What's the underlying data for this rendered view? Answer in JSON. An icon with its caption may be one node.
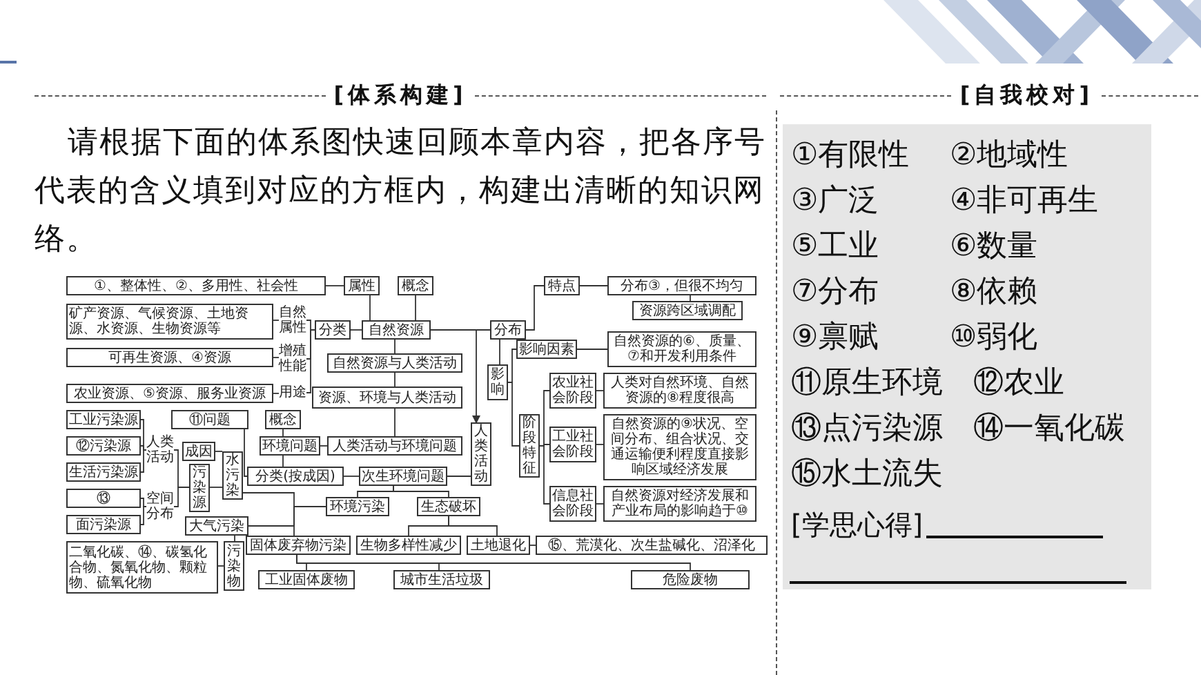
{
  "diagram": {
    "nodes": [
      {
        "text": [
          "①、整体性、②、多用性、社会性"
        ]
      },
      {
        "text": [
          "属性"
        ]
      },
      {
        "text": [
          "概念"
        ]
      },
      {
        "text": [
          "特点"
        ]
      },
      {
        "text": [
          "分布③，但很不均匀"
        ]
      },
      {
        "text": [
          "资源跨区域调配"
        ]
      },
      {
        "text": [
          "矿产资源、气候资源、土地资源、水资源、生物资源等"
        ]
      },
      {
        "text": [
          "自然属性"
        ]
      },
      {
        "text": [
          "分类"
        ]
      },
      {
        "text": [
          "自然资源"
        ]
      },
      {
        "text": [
          "分布"
        ]
      },
      {
        "text": [
          "自然资源的⑥、质量、⑦和开发利用条件"
        ]
      },
      {
        "text": [
          "影响因素"
        ]
      },
      {
        "text": [
          "可再生资源、④资源"
        ]
      },
      {
        "text": [
          "增殖性能"
        ]
      },
      {
        "text": [
          "自然资源与人类活动"
        ]
      },
      {
        "text": [
          "影响"
        ]
      },
      {
        "text": [
          "农业资源、⑤资源、服务业资源"
        ]
      },
      {
        "text": [
          "用途"
        ]
      },
      {
        "text": [
          "农业社会阶段"
        ]
      },
      {
        "text": [
          "人类对自然环境、自然资源的⑧程度很高"
        ]
      },
      {
        "text": [
          "资源、环境与人类活动"
        ]
      },
      {
        "text": [
          "工业污染源"
        ]
      },
      {
        "text": [
          "⑪问题"
        ]
      },
      {
        "text": [
          "概念"
        ]
      },
      {
        "text": [
          "阶段特征"
        ]
      },
      {
        "text": [
          "工业社会阶段"
        ]
      },
      {
        "text": [
          "自然资源的⑨状况、空间分布、组合状况、交通运输便利程度直接影响区域经济发展"
        ]
      },
      {
        "text": [
          "人类活动"
        ]
      },
      {
        "text": [
          "⑫污染源"
        ]
      },
      {
        "text": [
          "人类活动"
        ]
      },
      {
        "text": [
          "环境问题"
        ]
      },
      {
        "text": [
          "人类活动与环境问题"
        ]
      },
      {
        "text": [
          "成因"
        ]
      },
      {
        "text": [
          "水污染"
        ]
      },
      {
        "text": [
          "生活污染源"
        ]
      },
      {
        "text": [
          "污染源"
        ]
      },
      {
        "text": [
          "分类(按成因)"
        ]
      },
      {
        "text": [
          "次生环境问题"
        ]
      },
      {
        "text": [
          "信息社会阶段"
        ]
      },
      {
        "text": [
          "自然资源对经济发展和产业布局的影响趋于⑩"
        ]
      },
      {
        "text": [
          "⑬"
        ]
      },
      {
        "text": [
          "空间分布"
        ]
      },
      {
        "text": [
          "环境污染"
        ]
      },
      {
        "text": [
          "生态破坏"
        ]
      },
      {
        "text": [
          "大气污染"
        ]
      },
      {
        "text": [
          "面污染源"
        ]
      },
      {
        "text": [
          "固体废弃物污染"
        ]
      },
      {
        "text": [
          "生物多样性减少"
        ]
      },
      {
        "text": [
          "土地退化"
        ]
      },
      {
        "text": [
          "⑮、荒漠化、次生盐碱化、沼泽化"
        ]
      },
      {
        "text": [
          "二氧化碳、⑭、碳氢化合物、氮氧化物、颗粒物、硫氧化物"
        ]
      },
      {
        "text": [
          "污染物"
        ]
      },
      {
        "text": [
          "工业固体废物"
        ]
      },
      {
        "text": [
          "城市生活垃圾"
        ]
      },
      {
        "text": [
          "危险废物"
        ]
      }
    ],
    "edges": [
      {
        "from": 0,
        "to": 1,
        "arrow": "none"
      },
      {
        "from": 1,
        "to": 9,
        "arrow": "none"
      },
      {
        "from": 2,
        "to": 9,
        "arrow": "none"
      },
      {
        "from": 8,
        "to": 9,
        "arrow": "none"
      },
      {
        "from": 8,
        "to": 7,
        "arrow": "none"
      },
      {
        "from": 8,
        "to": 14,
        "arrow": "none"
      },
      {
        "from": 8,
        "to": 18,
        "arrow": "none"
      },
      {
        "from": 7,
        "to": 6,
        "arrow": "none"
      },
      {
        "from": 14,
        "to": 13,
        "arrow": "none"
      },
      {
        "from": 18,
        "to": 17,
        "arrow": "none"
      },
      {
        "from": 9,
        "to": 10,
        "arrow": "none"
      },
      {
        "from": 9,
        "to": 28,
        "arrow": "to"
      },
      {
        "from": 10,
        "to": 3,
        "arrow": "none"
      },
      {
        "from": 3,
        "to": 4,
        "arrow": "none"
      },
      {
        "from": 4,
        "to": 5,
        "arrow": "none"
      },
      {
        "from": 10,
        "to": 16,
        "arrow": "none"
      },
      {
        "from": 16,
        "to": 12,
        "arrow": "none"
      },
      {
        "from": 16,
        "to": 25,
        "arrow": "none"
      },
      {
        "from": 12,
        "to": 11,
        "arrow": "none"
      },
      {
        "from": 25,
        "to": 19,
        "arrow": "none"
      },
      {
        "from": 25,
        "to": 26,
        "arrow": "none"
      },
      {
        "from": 25,
        "to": 39,
        "arrow": "none"
      },
      {
        "from": 19,
        "to": 20,
        "arrow": "none"
      },
      {
        "from": 26,
        "to": 27,
        "arrow": "none"
      },
      {
        "from": 39,
        "to": 40,
        "arrow": "none"
      },
      {
        "from": 9,
        "to": 15,
        "arrow": "none"
      },
      {
        "from": 15,
        "to": 21,
        "arrow": "none"
      },
      {
        "from": 21,
        "to": 32,
        "arrow": "none"
      },
      {
        "from": 38,
        "to": 28,
        "arrow": "none"
      },
      {
        "from": 24,
        "to": 31,
        "arrow": "none"
      },
      {
        "from": 31,
        "to": 32,
        "arrow": "none"
      },
      {
        "from": 31,
        "to": 37,
        "arrow": "none"
      },
      {
        "from": 23,
        "to": 37,
        "arrow": "none"
      },
      {
        "from": 37,
        "to": 38,
        "arrow": "none"
      },
      {
        "from": 38,
        "to": 43,
        "arrow": "none"
      },
      {
        "from": 38,
        "to": 44,
        "arrow": "none"
      },
      {
        "from": 43,
        "to": 34,
        "arrow": "none"
      },
      {
        "from": 43,
        "to": 45,
        "arrow": "none"
      },
      {
        "from": 43,
        "to": 47,
        "arrow": "none"
      },
      {
        "from": 33,
        "to": 34,
        "arrow": "none"
      },
      {
        "from": 36,
        "to": 34,
        "arrow": "none"
      },
      {
        "from": 36,
        "to": 30,
        "arrow": "none"
      },
      {
        "from": 36,
        "to": 42,
        "arrow": "none"
      },
      {
        "from": 30,
        "to": 22,
        "arrow": "none"
      },
      {
        "from": 30,
        "to": 29,
        "arrow": "none"
      },
      {
        "from": 30,
        "to": 35,
        "arrow": "none"
      },
      {
        "from": 42,
        "to": 41,
        "arrow": "none"
      },
      {
        "from": 42,
        "to": 46,
        "arrow": "none"
      },
      {
        "from": 45,
        "to": 52,
        "arrow": "none"
      },
      {
        "from": 52,
        "to": 51,
        "arrow": "none"
      },
      {
        "from": 44,
        "to": 48,
        "arrow": "none"
      },
      {
        "from": 44,
        "to": 49,
        "arrow": "none"
      },
      {
        "from": 49,
        "to": 50,
        "arrow": "none"
      },
      {
        "from": 47,
        "to": 53,
        "arrow": "none"
      },
      {
        "from": 47,
        "to": 54,
        "arrow": "none"
      },
      {
        "from": 47,
        "to": 55,
        "arrow": "none"
      }
    ],
    "labels": [
      "[体系构建]",
      "[自我校对]",
      "请根据下面的体系图快速回顾本章内容，把各序号代表的含义填到对应的方框内，构建出清晰的知识网络。",
      "①有限性",
      "②地域性",
      "③广泛",
      "④非可再生",
      "⑤工业",
      "⑥数量",
      "⑦分布",
      "⑧依赖",
      "⑨禀赋",
      "⑩弱化",
      "⑪原生环境",
      "⑫农业",
      "⑬点污染源",
      "⑭一氧化碳",
      "⑮水土流失",
      "[学思心得]"
    ]
  }
}
